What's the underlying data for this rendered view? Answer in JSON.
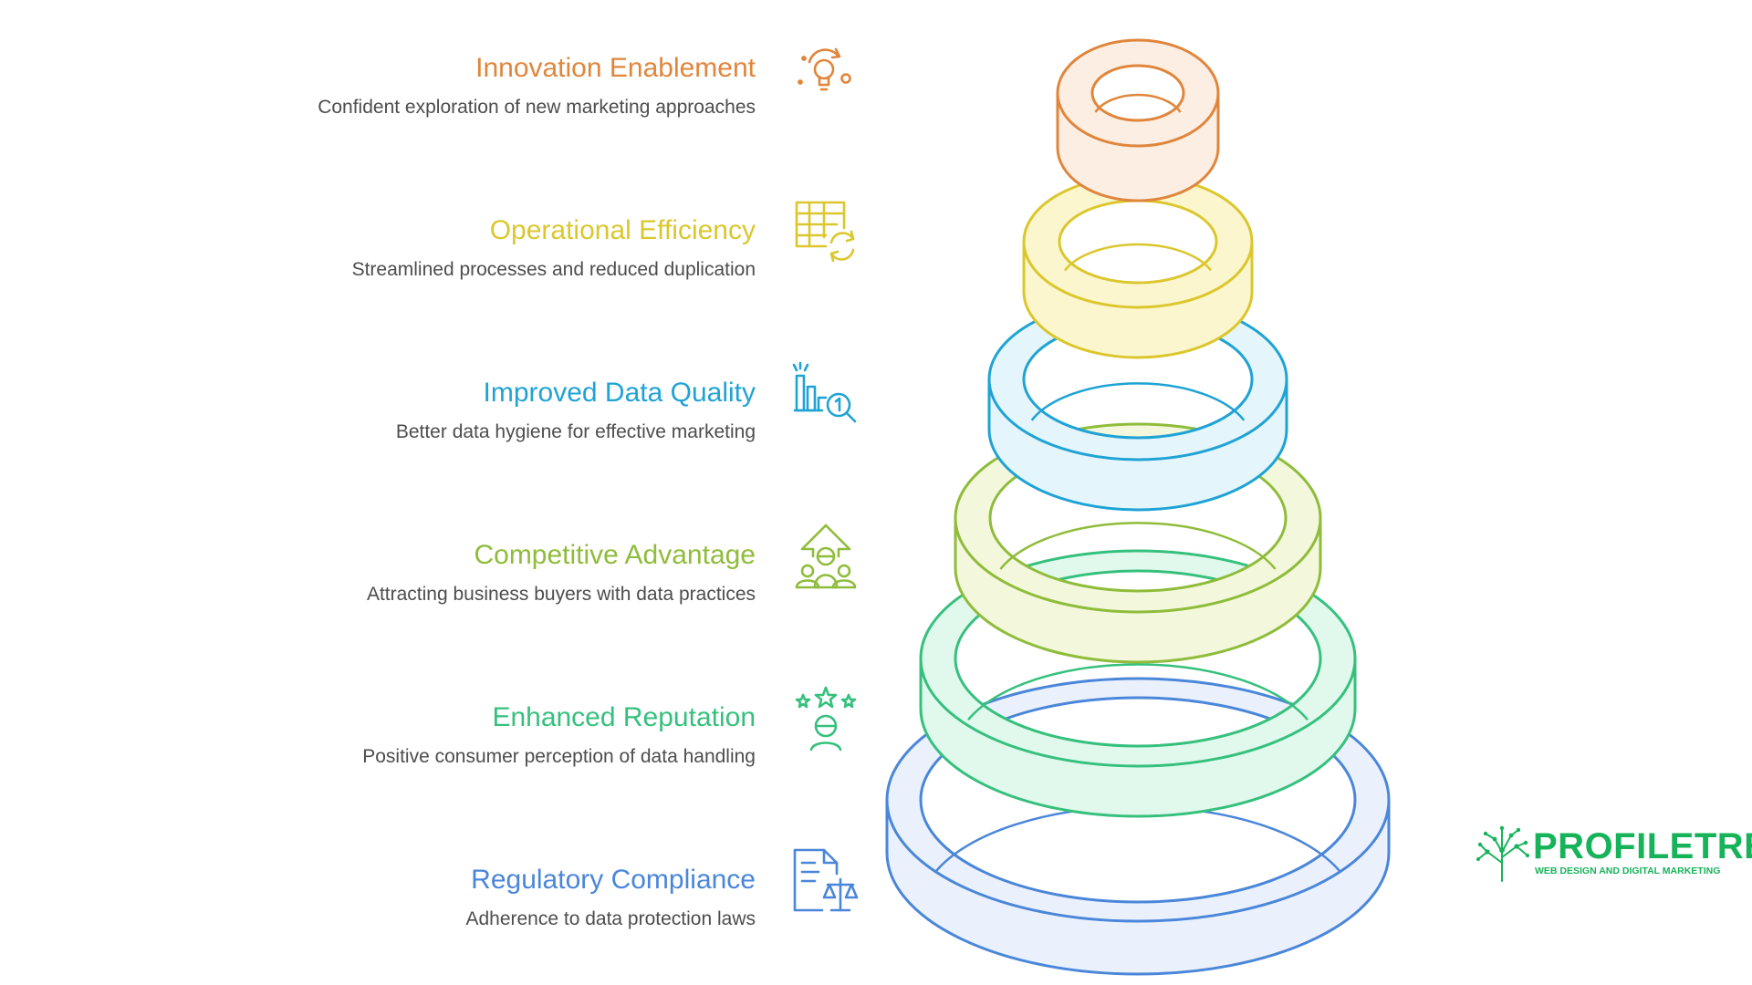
{
  "items": [
    {
      "title": "Innovation Enablement",
      "desc": "Confident exploration of new marketing approaches",
      "color": "#e0863c",
      "fill": "#fdeee3",
      "icon": "lightbulb-icon"
    },
    {
      "title": "Operational Efficiency",
      "desc": "Streamlined processes and reduced duplication",
      "color": "#dbc72d",
      "fill": "#fcf6cf",
      "icon": "table-refresh-icon"
    },
    {
      "title": "Improved Data Quality",
      "desc": "Better data hygiene for effective marketing",
      "color": "#1fa3d5",
      "fill": "#e5f5fc",
      "icon": "bar-chart-magnifier-icon"
    },
    {
      "title": "Competitive Advantage",
      "desc": "Attracting business buyers with data practices",
      "color": "#8fbc3a",
      "fill": "#f3f8dc",
      "icon": "people-arrow-up-icon"
    },
    {
      "title": "Enhanced Reputation",
      "desc": "Positive consumer perception of data handling",
      "color": "#36c07d",
      "fill": "#e1f9ec",
      "icon": "person-stars-icon"
    },
    {
      "title": "Regulatory Compliance",
      "desc": "Adherence to data protection laws",
      "color": "#4a86d9",
      "fill": "#eaf1fc",
      "icon": "document-scales-icon"
    }
  ],
  "logo": {
    "name": "PROFILETREE",
    "tagline": "WEB DESIGN AND DIGITAL MARKETING",
    "color": "#17b35a",
    "icon": "tree-network-icon"
  }
}
